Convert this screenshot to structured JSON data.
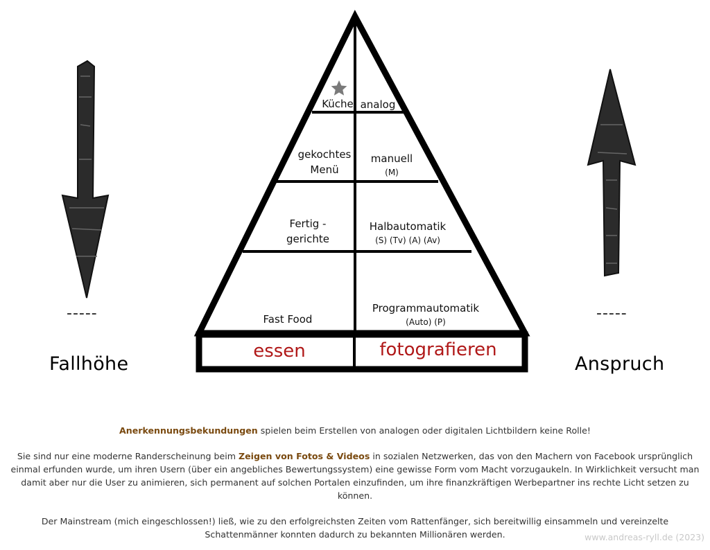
{
  "diagram": {
    "left_label": "Fallhöhe",
    "right_label": "Anspruch",
    "left_dashes": "-----",
    "right_dashes": "-----",
    "star_icon": "star-icon",
    "tiers": [
      {
        "left": "Küche",
        "right": "analog",
        "right_sub": ""
      },
      {
        "left": "gekochtes Menü",
        "right": "manuell",
        "right_sub": "(M)"
      },
      {
        "left": "Fertig - gerichte",
        "right": "Halbautomatik",
        "right_sub": "(S) (Tv) (A) (Av)"
      },
      {
        "left": "Fast Food",
        "right": "Programmautomatik",
        "right_sub": "(Auto) (P)"
      }
    ],
    "base": {
      "left": "essen",
      "right": "fotografieren"
    }
  },
  "text": {
    "line1_highlight": "Anerkennungsbekundungen",
    "line1_rest": " spielen beim Erstellen von analogen oder digitalen Lichtbildern keine Rolle!",
    "p2_start": "Sie sind nur eine moderne Randerscheinung beim ",
    "p2_highlight": "Zeigen von Fotos & Videos",
    "p2_end": " in sozialen Netzwerken, das von den Machern von Facebook ursprünglich einmal erfunden wurde, um ihren Usern (über ein angebliches Bewertungssystem) eine gewisse Form vom Macht vorzugaukeln. In Wirklichkeit versucht man damit aber nur die User zu animieren, sich permanent auf solchen Portalen einzufinden, um ihre finanzkräftigen Werbepartner ins rechte Licht setzen zu können.",
    "p3": "Der Mainstream (mich eingeschlossen!) ließ, wie zu den erfolgreichsten Zeiten vom Rattenfänger, sich bereitwillig einsammeln und vereinzelte Schattenmänner konnten dadurch zu bekannten Millionären werden."
  },
  "footer": "www.andreas-ryll.de (2023)",
  "colors": {
    "highlight": "#7a4a10",
    "category": "#b01818",
    "footer": "#c8c8c8"
  }
}
